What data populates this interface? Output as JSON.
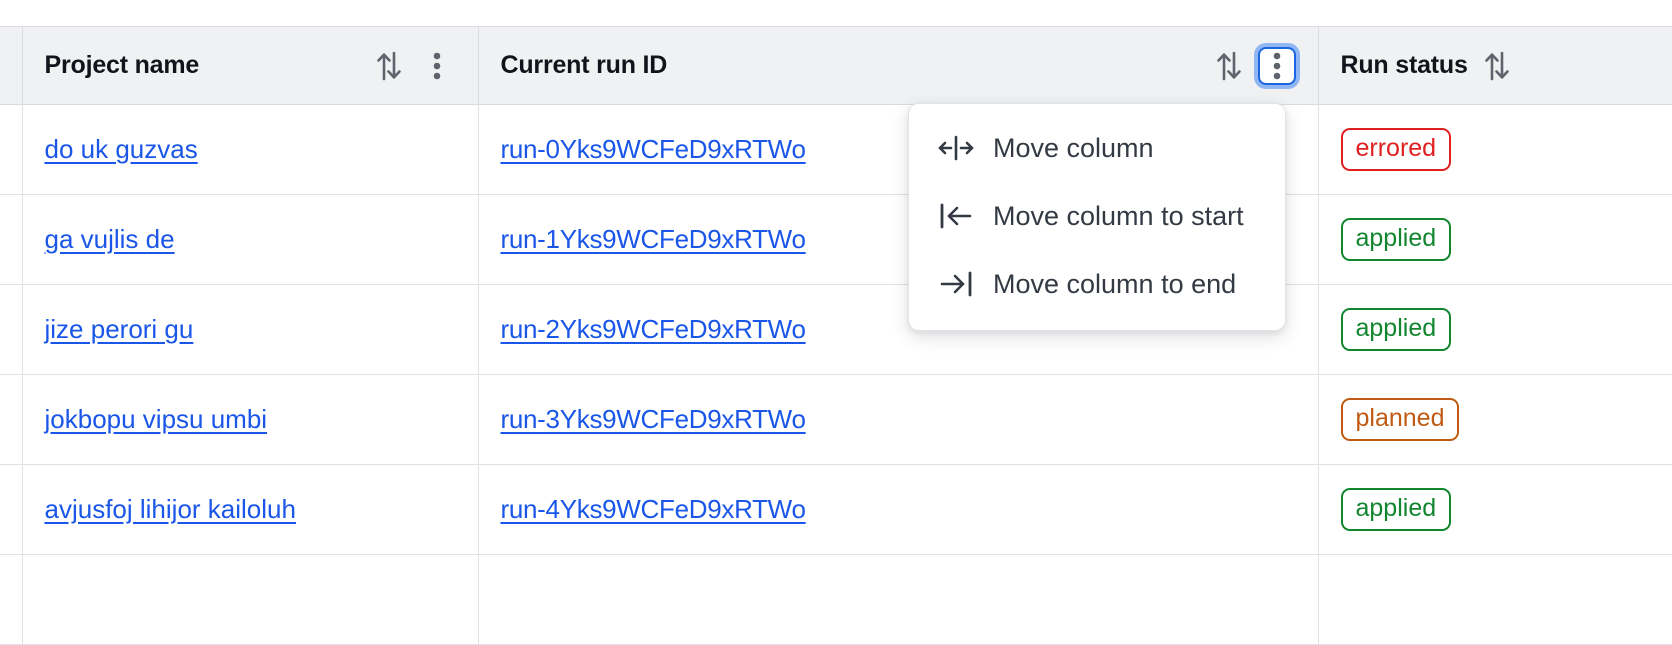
{
  "table": {
    "columns": [
      {
        "key": "select",
        "label": "",
        "sortable": false,
        "has_menu": false
      },
      {
        "key": "name",
        "label": "Project name",
        "sortable": true,
        "has_menu": true
      },
      {
        "key": "run",
        "label": "Current run ID",
        "sortable": true,
        "has_menu": true
      },
      {
        "key": "status",
        "label": "Run status",
        "sortable": true,
        "has_menu": false
      }
    ],
    "header": {
      "project_name": "Project name",
      "current_run_id": "Current run ID",
      "run_status": "Run status",
      "sort_icon": "sort-updown-icon",
      "menu_icon": "kebab-menu-icon"
    },
    "rows": [
      {
        "name": "do uk guzvas",
        "run_id": "run-0Yks9WCFeD9xRTWo",
        "status": "errored",
        "status_kind": "errored"
      },
      {
        "name": "ga vujlis de",
        "run_id": "run-1Yks9WCFeD9xRTWo",
        "status": "applied",
        "status_kind": "applied"
      },
      {
        "name": "jize perori gu",
        "run_id": "run-2Yks9WCFeD9xRTWo",
        "status": "applied",
        "status_kind": "applied"
      },
      {
        "name": "jokbopu vipsu umbi",
        "run_id": "run-3Yks9WCFeD9xRTWo",
        "status": "planned",
        "status_kind": "planned"
      },
      {
        "name": "avjusfoj lihijor kailoluh",
        "run_id": "run-4Yks9WCFeD9xRTWo",
        "status": "applied",
        "status_kind": "applied"
      }
    ]
  },
  "column_menu": {
    "open_for_column": "Current run ID",
    "items": [
      {
        "label": "Move column",
        "icon": "move-column-icon"
      },
      {
        "label": "Move column to start",
        "icon": "move-to-start-icon"
      },
      {
        "label": "Move column to end",
        "icon": "move-to-end-icon"
      }
    ]
  },
  "colors": {
    "link": "#1a56e8",
    "focus_ring": "#4285f4",
    "header_bg": "#f0f1f3",
    "border": "#d9dbdf",
    "status_errored": "#e02020",
    "status_applied": "#12862f",
    "status_planned": "#c05a13"
  }
}
